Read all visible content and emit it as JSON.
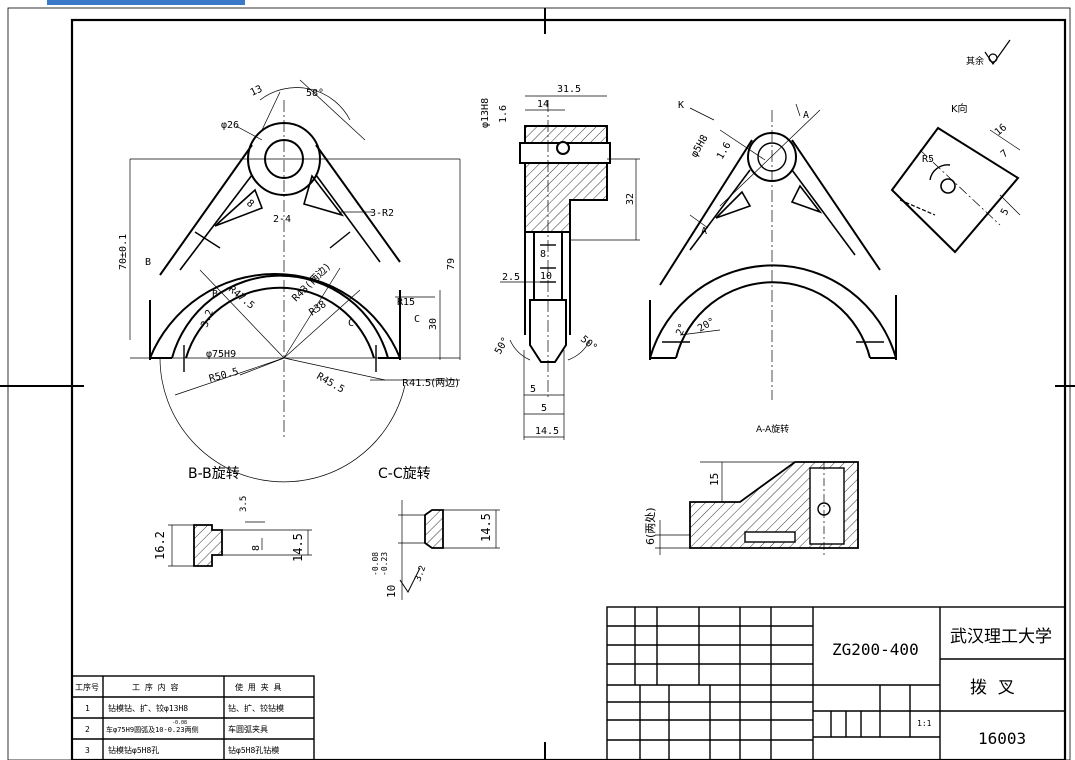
{
  "surface": {
    "topbar_color": "#3a78c8"
  },
  "front_view": {
    "dims": [
      "13",
      "58°",
      "φ26",
      "8",
      "2-4",
      "3-R2",
      "70±0.1",
      "79",
      "B",
      "B",
      "R47.5",
      "R43(两边)",
      "R38",
      "R15",
      "C",
      "C",
      "30",
      "3.2",
      "φ75H9",
      "R50.5",
      "R45.5",
      "R41.5(两边)"
    ]
  },
  "side_view": {
    "dims": [
      "31.5",
      "14",
      "φ13H8",
      "1.6",
      "32",
      "8",
      "10",
      "2.5",
      "50°",
      "50°",
      "5",
      "5",
      "14.5"
    ]
  },
  "third_view": {
    "dims": [
      "K",
      "A",
      "φ5H8",
      "1.6",
      "A",
      "2°",
      "20°"
    ]
  },
  "k_view": {
    "title": "K向",
    "dims": [
      "16",
      "R5",
      "7",
      "5"
    ]
  },
  "roughness_note": "其余",
  "bb_section": {
    "title": "B-B旋转",
    "dims": [
      "3.5",
      "16.2",
      "8",
      "14.5"
    ]
  },
  "cc_section": {
    "title": "C-C旋转",
    "dims": [
      "14.5",
      "10",
      "-0.08",
      "-0.23",
      "3.2"
    ]
  },
  "aa_section": {
    "title": "A-A旋转",
    "dims": [
      "6(两处)",
      "15"
    ]
  },
  "title_block": {
    "drawing_no": "ZG200-400",
    "school": "武汉理工大学",
    "part_name": "拨  叉",
    "scale": "1:1",
    "number": "16003"
  },
  "process_table": {
    "headers": [
      "工序号",
      "工 序 内 容",
      "使 用 夹 具"
    ],
    "rows": [
      [
        "1",
        "钻模钻、扩、铰φ13H8",
        "钻、扩、铰钻模"
      ],
      [
        "2",
        "车φ75H9圆弧及10-0.23两侧",
        "车圆弧夹具"
      ],
      [
        "3",
        "钻模钻φ5H8孔",
        "钻φ5H8孔钻模"
      ]
    ],
    "tol_sup": "-0.08"
  }
}
